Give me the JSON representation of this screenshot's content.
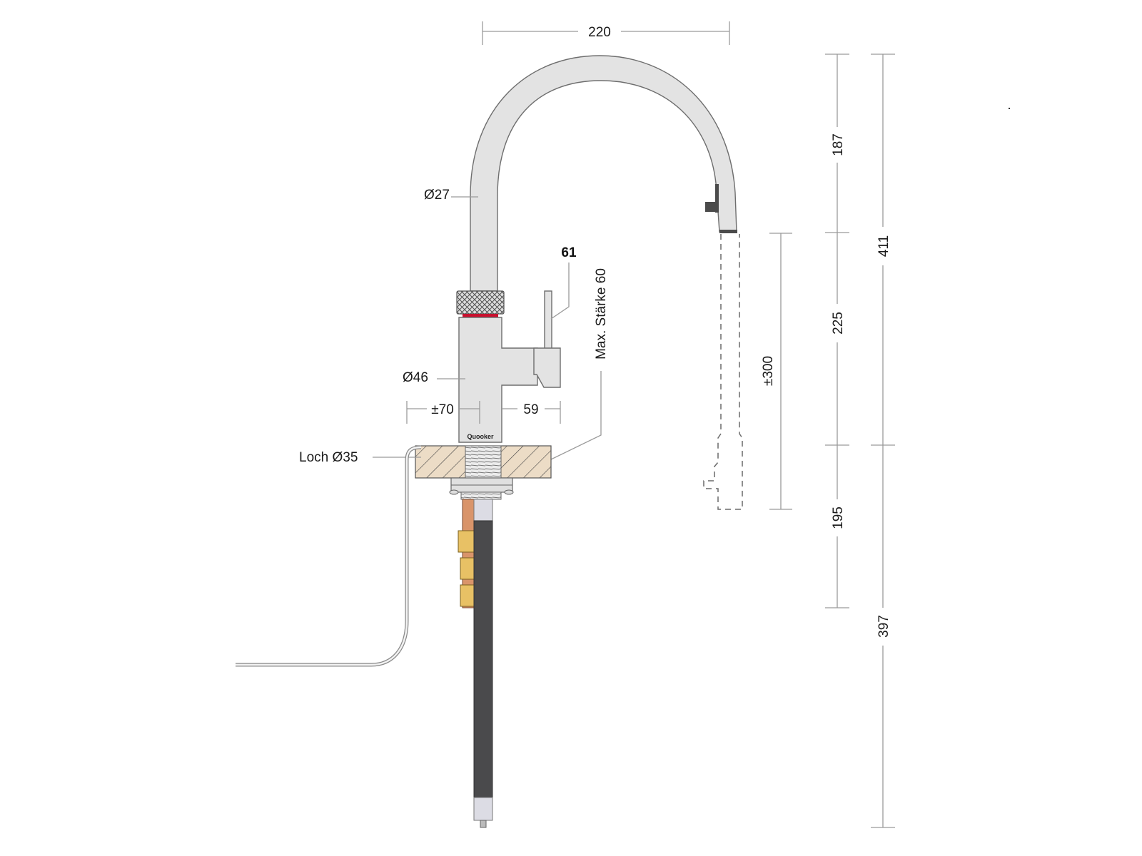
{
  "diagram": {
    "title": "Quooker tap dimension drawing",
    "brand_label": "Quooker",
    "colors": {
      "tap_body": "#e3e3e3",
      "outline": "#6e6e6e",
      "hot_ring": "#c8102e",
      "countertop": "#ecdcc6",
      "copper_pipe": "#d9946a",
      "brass_fitting": "#e8c165",
      "hose": "#4a4a4c",
      "dimension_line": "#9a9a9a"
    },
    "labels": {
      "spout_reach": "220",
      "spout_diameter": "Ø27",
      "lever_height": "61",
      "max_thickness": "Max. Stärke 60",
      "body_diameter": "Ø46",
      "depth_left": "±70",
      "depth_right": "59",
      "hole": "Loch Ø35",
      "pull_out_length": "±300"
    },
    "vertical_dimensions": {
      "inner": [
        "187",
        "225",
        "195"
      ],
      "outer": [
        "411",
        "397"
      ]
    }
  }
}
